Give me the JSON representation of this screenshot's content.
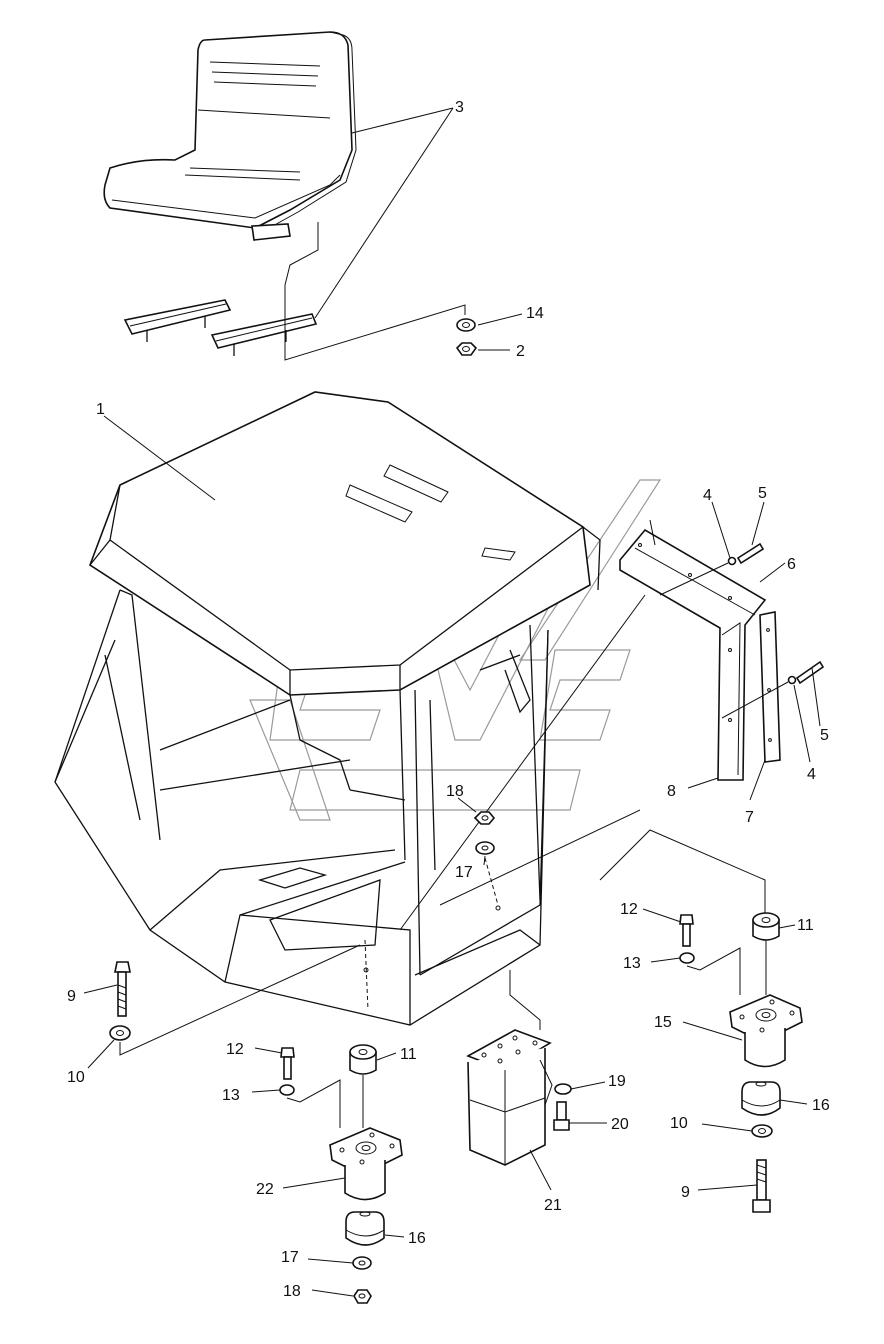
{
  "diagram": {
    "callouts": [
      {
        "id": "c1",
        "label": "1"
      },
      {
        "id": "c2",
        "label": "2"
      },
      {
        "id": "c3",
        "label": "3"
      },
      {
        "id": "c4a",
        "label": "4"
      },
      {
        "id": "c4b",
        "label": "4"
      },
      {
        "id": "c5a",
        "label": "5"
      },
      {
        "id": "c5b",
        "label": "5"
      },
      {
        "id": "c6",
        "label": "6"
      },
      {
        "id": "c7",
        "label": "7"
      },
      {
        "id": "c8",
        "label": "8"
      },
      {
        "id": "c9a",
        "label": "9"
      },
      {
        "id": "c9b",
        "label": "9"
      },
      {
        "id": "c10a",
        "label": "10"
      },
      {
        "id": "c10b",
        "label": "10"
      },
      {
        "id": "c11a",
        "label": "11"
      },
      {
        "id": "c11b",
        "label": "11"
      },
      {
        "id": "c12a",
        "label": "12"
      },
      {
        "id": "c12b",
        "label": "12"
      },
      {
        "id": "c13a",
        "label": "13"
      },
      {
        "id": "c13b",
        "label": "13"
      },
      {
        "id": "c14",
        "label": "14"
      },
      {
        "id": "c15",
        "label": "15"
      },
      {
        "id": "c16a",
        "label": "16"
      },
      {
        "id": "c16b",
        "label": "16"
      },
      {
        "id": "c17a",
        "label": "17"
      },
      {
        "id": "c17b",
        "label": "17"
      },
      {
        "id": "c18a",
        "label": "18"
      },
      {
        "id": "c18b",
        "label": "18"
      },
      {
        "id": "c19",
        "label": "19"
      },
      {
        "id": "c20",
        "label": "20"
      },
      {
        "id": "c21",
        "label": "21"
      },
      {
        "id": "c22",
        "label": "22"
      }
    ]
  }
}
